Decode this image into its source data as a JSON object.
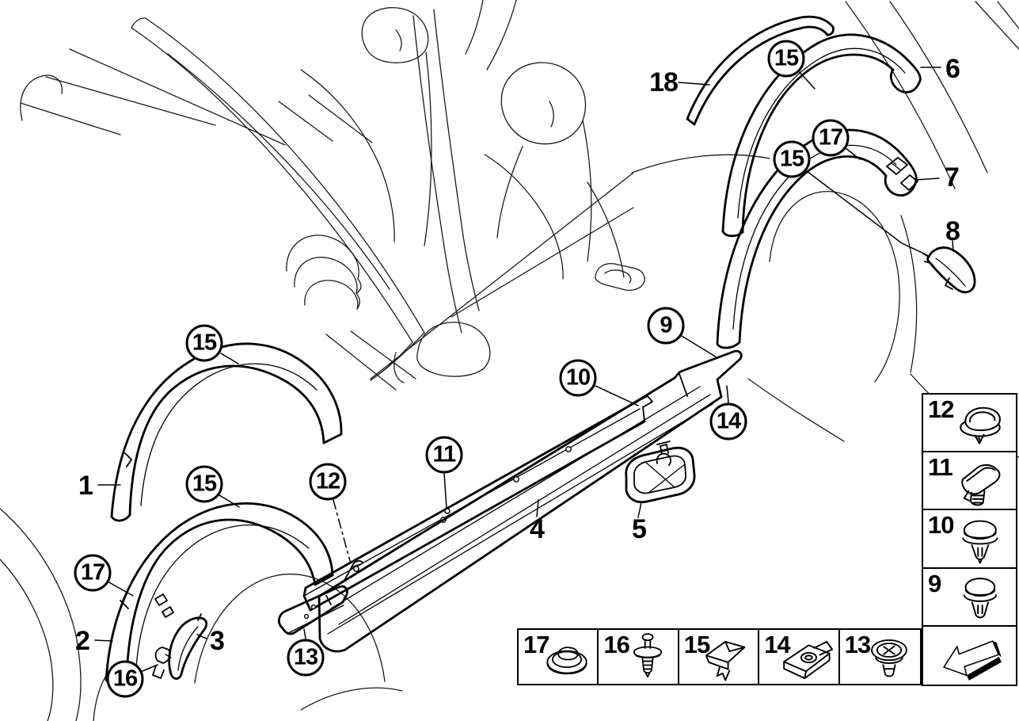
{
  "page": {
    "background": "#ffffff",
    "line_color": "#000000",
    "description": "Exploded line-art parts diagram: wheel arch trims, door sill strips and fastener legend"
  },
  "callouts": {
    "circled": [
      {
        "label": "15"
      },
      {
        "label": "17"
      },
      {
        "label": "15"
      },
      {
        "label": "9"
      },
      {
        "label": "10"
      },
      {
        "label": "14"
      },
      {
        "label": "11"
      },
      {
        "label": "12"
      },
      {
        "label": "15"
      },
      {
        "label": "15"
      },
      {
        "label": "17"
      },
      {
        "label": "16"
      },
      {
        "label": "13"
      }
    ],
    "plain": [
      {
        "label": "18"
      },
      {
        "label": "6"
      },
      {
        "label": "7"
      },
      {
        "label": "8"
      },
      {
        "label": "1"
      },
      {
        "label": "2"
      },
      {
        "label": "3"
      },
      {
        "label": "4"
      },
      {
        "label": "5"
      }
    ]
  },
  "legend_right": {
    "rows": [
      {
        "label": "12",
        "icon": "cap-clip-icon"
      },
      {
        "label": "11",
        "icon": "expanding-nut-icon"
      },
      {
        "label": "10",
        "icon": "push-rivet-icon"
      },
      {
        "label": "9",
        "icon": "push-rivet-icon"
      }
    ],
    "arrow_icon": "direction-arrow-icon"
  },
  "legend_bottom": {
    "cells": [
      {
        "label": "17",
        "icon": "grommet-icon"
      },
      {
        "label": "16",
        "icon": "blind-rivet-icon"
      },
      {
        "label": "15",
        "icon": "sill-clip-icon"
      },
      {
        "label": "14",
        "icon": "bracket-clip-icon"
      },
      {
        "label": "13",
        "icon": "screw-rivet-icon"
      }
    ]
  }
}
